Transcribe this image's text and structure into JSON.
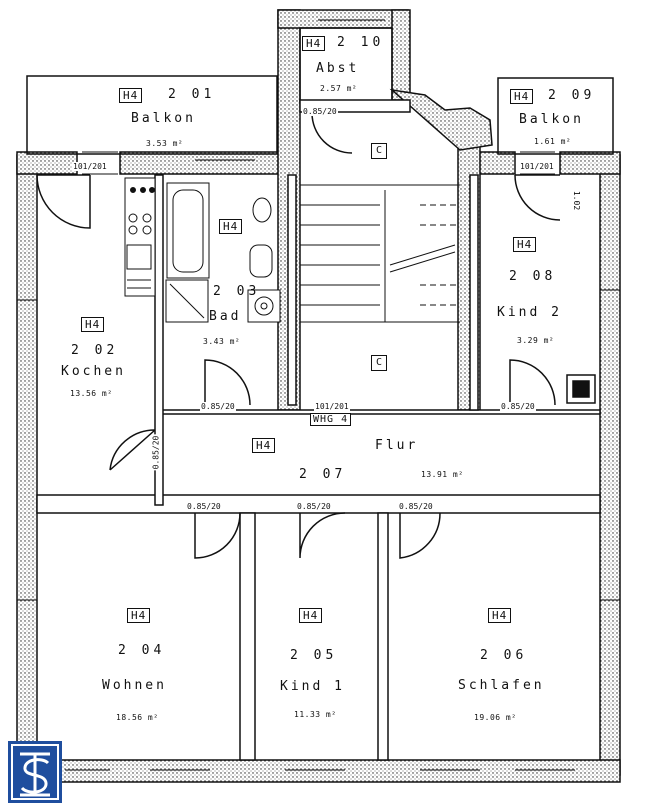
{
  "unit_code": "H4",
  "wohnung_code": "WHG 4",
  "stair_mark": "C",
  "area_unit": "m²",
  "rooms": {
    "abst": {
      "code": "H4",
      "number": "2 10",
      "name": "Abst",
      "area": "2.57 m²"
    },
    "balkon1": {
      "code": "H4",
      "number": "2 01",
      "name": "Balkon",
      "area": "3.53 m²"
    },
    "balkon2": {
      "code": "H4",
      "number": "2 09",
      "name": "Balkon",
      "area": "1.61 m²"
    },
    "kochen": {
      "code": "H4",
      "number": "2 02",
      "name": "Kochen",
      "area": "13.56 m²"
    },
    "bad": {
      "code": "H4",
      "number": "2 03",
      "name": "Bad",
      "area": "3.43 m²"
    },
    "kind2": {
      "code": "H4",
      "number": "2 08",
      "name": "Kind 2",
      "area": "3.29 m²"
    },
    "flur": {
      "code": "H4",
      "number": "2 07",
      "name": "Flur",
      "area": "13.91 m²"
    },
    "wohnen": {
      "code": "H4",
      "number": "2 04",
      "name": "Wohnen",
      "area": "18.56 m²"
    },
    "kind1": {
      "code": "H4",
      "number": "2 05",
      "name": "Kind 1",
      "area": "11.33 m²"
    },
    "schlafen": {
      "code": "H4",
      "number": "2 06",
      "name": "Schlafen",
      "area": "19.06 m²"
    }
  },
  "doors": {
    "abst": "0.85/20",
    "kochen_balkon": "101/201",
    "kind2_balkon": "101/201",
    "bad": "0.85/20",
    "kochen_flur": "0.85/20",
    "entry": "101/201",
    "kind2": "0.85/20",
    "wohnen": "0.85/20",
    "kind1": "0.85/20",
    "schlafen": "0.85/20"
  },
  "dimension_mark": "1.02",
  "logo": {
    "letters": "TS",
    "color": "#1f4e9e"
  }
}
